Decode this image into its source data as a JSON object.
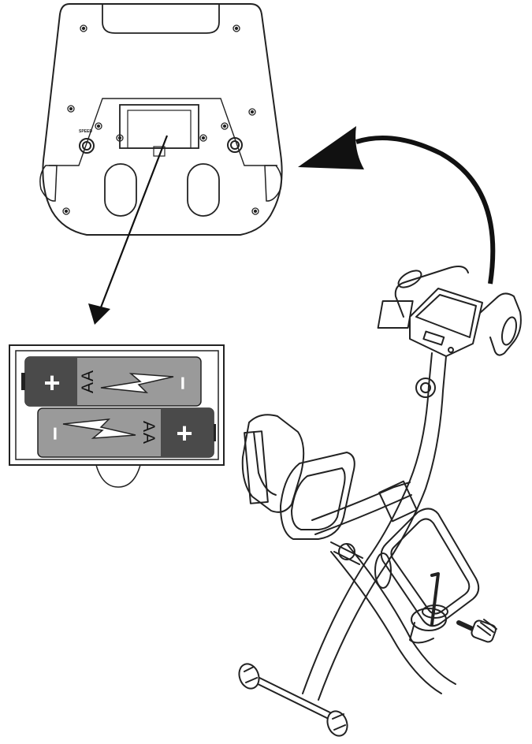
{
  "console_back": {
    "port_label": "SPEED"
  },
  "battery_inset": {
    "battery_top": {
      "type_label": "AA",
      "positive_symbol": "+",
      "negative_symbol": "−"
    },
    "battery_bottom": {
      "type_label": "AA",
      "positive_symbol": "+",
      "negative_symbol": "−"
    }
  },
  "arrows": {
    "curved": "console-back-view-arrow",
    "straight": "battery-compartment-arrow"
  }
}
